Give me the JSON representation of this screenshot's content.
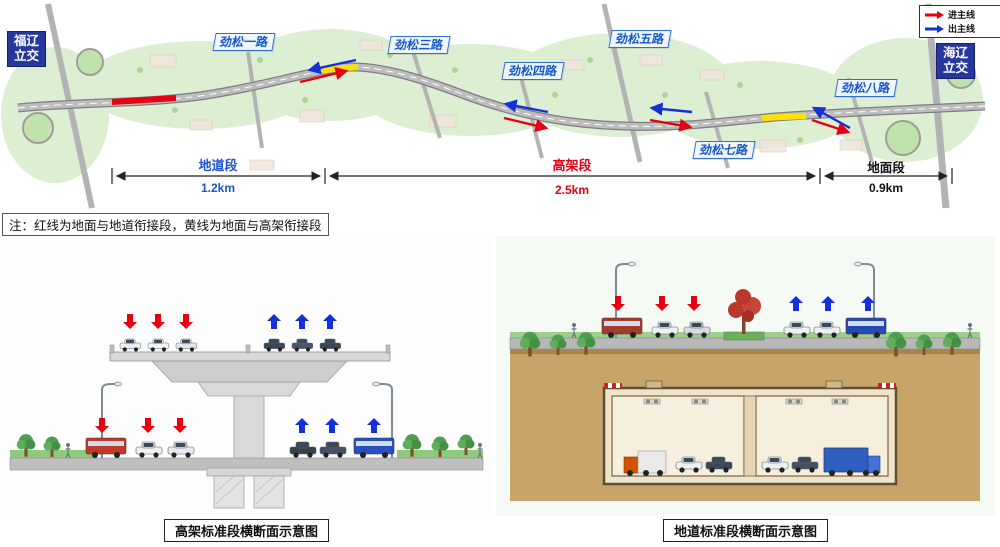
{
  "legend": {
    "items": [
      {
        "label": "进主线",
        "color": "#e60012"
      },
      {
        "label": "出主线",
        "color": "#1430d8"
      }
    ]
  },
  "map": {
    "interchanges": [
      {
        "line1": "福辽",
        "line2": "立交"
      },
      {
        "line1": "海辽",
        "line2": "立交"
      }
    ],
    "roads": [
      "劲松一路",
      "劲松三路",
      "劲松四路",
      "劲松五路",
      "劲松七路",
      "劲松八路"
    ],
    "segments": [
      {
        "name": "地道段",
        "length": "1.2km",
        "color": "#1f53d4"
      },
      {
        "name": "高架段",
        "length": "2.5km",
        "color": "#e60012"
      },
      {
        "name": "地面段",
        "length": "0.9km",
        "color": "#111111"
      }
    ]
  },
  "note": "注：红线为地面与地道衔接段，黄线为地面与高架衔接段",
  "sections": [
    {
      "caption": "高架标准段横断面示意图"
    },
    {
      "caption": "地道标准段横断面示意图"
    }
  ],
  "colors": {
    "enter_main": "#e60012",
    "exit_main": "#1430d8",
    "connector_tunnel_red": "#e60012",
    "connector_elevated_yellow": "#ffe100"
  }
}
